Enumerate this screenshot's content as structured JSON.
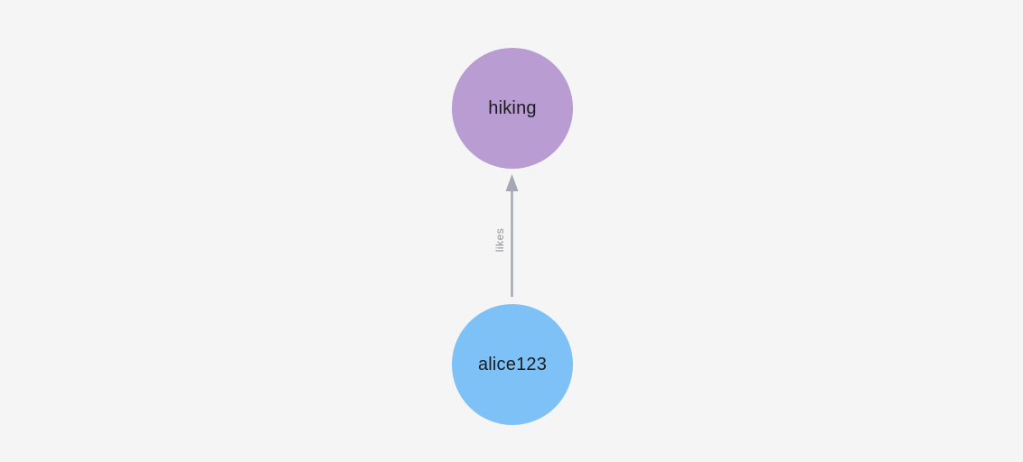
{
  "graph": {
    "nodes": [
      {
        "label": "hiking",
        "kind": "interest"
      },
      {
        "label": "alice123",
        "kind": "user"
      }
    ],
    "edges": [
      {
        "from": "alice123",
        "to": "hiking",
        "label": "likes",
        "direction": "up"
      }
    ]
  },
  "colors": {
    "background": "#f5f5f6",
    "interest_node": "#b89cd2",
    "user_node": "#7dc1f7",
    "node_label": "#1c1c1e",
    "edge": "#a4a8b2",
    "edge_label": "#8d919c"
  }
}
